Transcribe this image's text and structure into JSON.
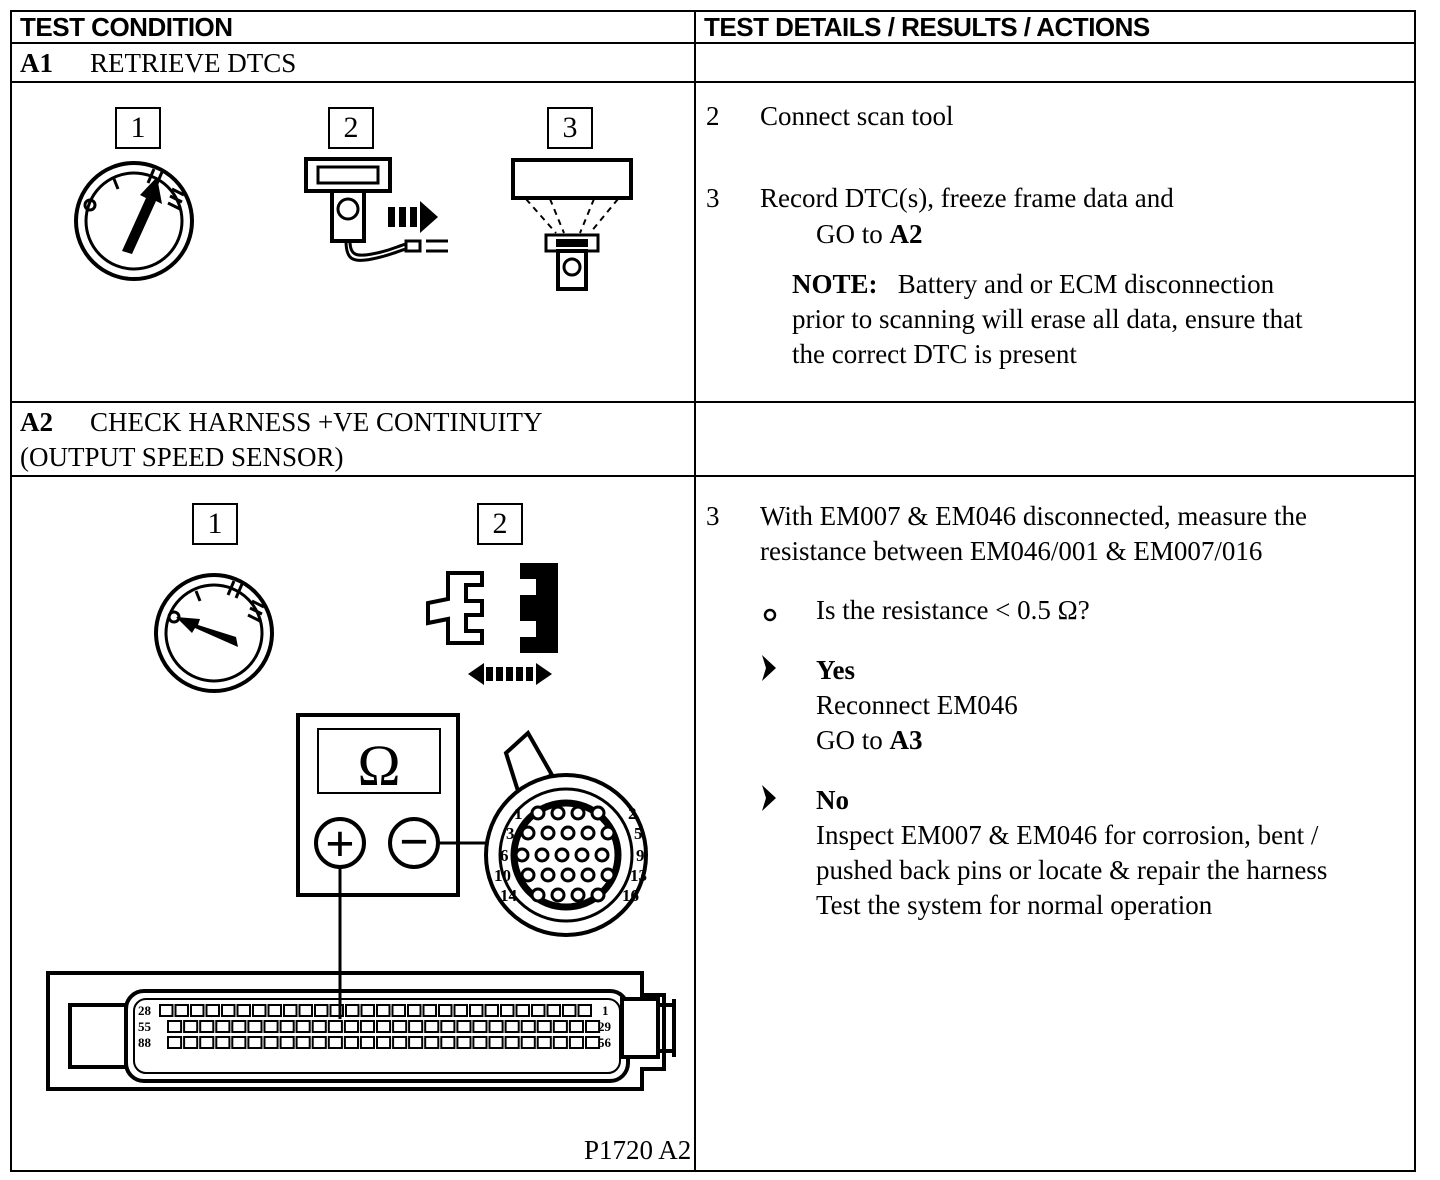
{
  "header": {
    "col1": "TEST CONDITION",
    "col2": "TEST DETAILS / RESULTS / ACTIONS"
  },
  "a1": {
    "code": "A1",
    "title": "RETRIEVE DTCS",
    "steps": [
      "1",
      "2",
      "3"
    ],
    "actions": [
      {
        "num": "2",
        "text": "Connect scan tool"
      },
      {
        "num": "3",
        "text": "Record DTC(s), freeze frame data and",
        "goto_prefix": "GO to ",
        "goto": "A2"
      }
    ],
    "note_label": "NOTE:",
    "note_lines": [
      "Battery and or ECM disconnection",
      "prior to scanning will erase all data, ensure that",
      "the correct DTC is present"
    ]
  },
  "a2": {
    "code": "A2",
    "title_line1": "CHECK HARNESS +VE CONTINUITY",
    "title_line2": "(OUTPUT SPEED SENSOR)",
    "steps": [
      "1",
      "2"
    ],
    "meter_symbol": "Ω",
    "plus": "+",
    "minus": "−",
    "connector_pins": [
      "1",
      "2",
      "3",
      "5",
      "6",
      "9",
      "10",
      "13",
      "14",
      "16"
    ],
    "ecm_pins": [
      "28",
      "55",
      "88",
      "1",
      "29",
      "56"
    ],
    "figure_id": "P1720 A2",
    "action_num": "3",
    "action_lines": [
      "With EM007 & EM046 disconnected,  measure the",
      "resistance between EM046/001 & EM007/016"
    ],
    "question": "Is the resistance < 0.5 Ω?",
    "yes_label": "Yes",
    "yes_lines": [
      "Reconnect EM046"
    ],
    "yes_goto_prefix": "GO to ",
    "yes_goto": "A3",
    "no_label": "No",
    "no_lines": [
      "Inspect EM007 & EM046 for corrosion, bent /",
      "pushed back pins or locate & repair the harness",
      "Test the system for normal operation"
    ]
  }
}
